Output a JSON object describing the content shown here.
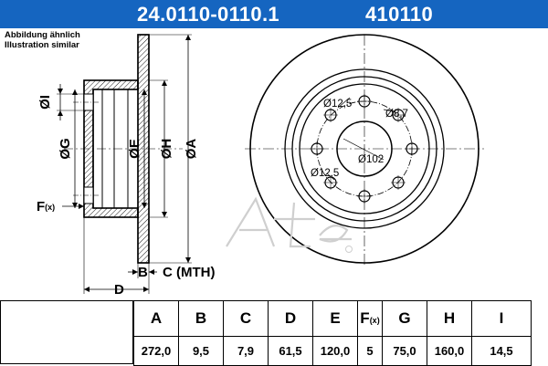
{
  "header": {
    "part_number": "24.0110-0110.1",
    "ref_number": "410110",
    "bg_color": "#1565c0"
  },
  "note": {
    "line1": "Abbildung ähnlich",
    "line2": "Illustration similar"
  },
  "drawing": {
    "dim_labels": {
      "I": "ØI",
      "G": "ØG",
      "E": "ØE",
      "H": "ØH",
      "A": "ØA",
      "F": "F",
      "F_sub": "(x)",
      "B": "B",
      "C": "C (MTH)",
      "D": "D"
    },
    "face_labels": {
      "hole_large_1": "Ø12,5",
      "hole_small": "Ø8,7",
      "hole_large_2": "Ø12,5",
      "pcd": "Ø102"
    }
  },
  "table": {
    "headers": [
      "A",
      "B",
      "C",
      "D",
      "E",
      "F",
      "G",
      "H",
      "I"
    ],
    "f_sub": "(x)",
    "values": [
      "272,0",
      "9,5",
      "7,9",
      "61,5",
      "120,0",
      "5",
      "75,0",
      "160,0",
      "14,5"
    ]
  }
}
